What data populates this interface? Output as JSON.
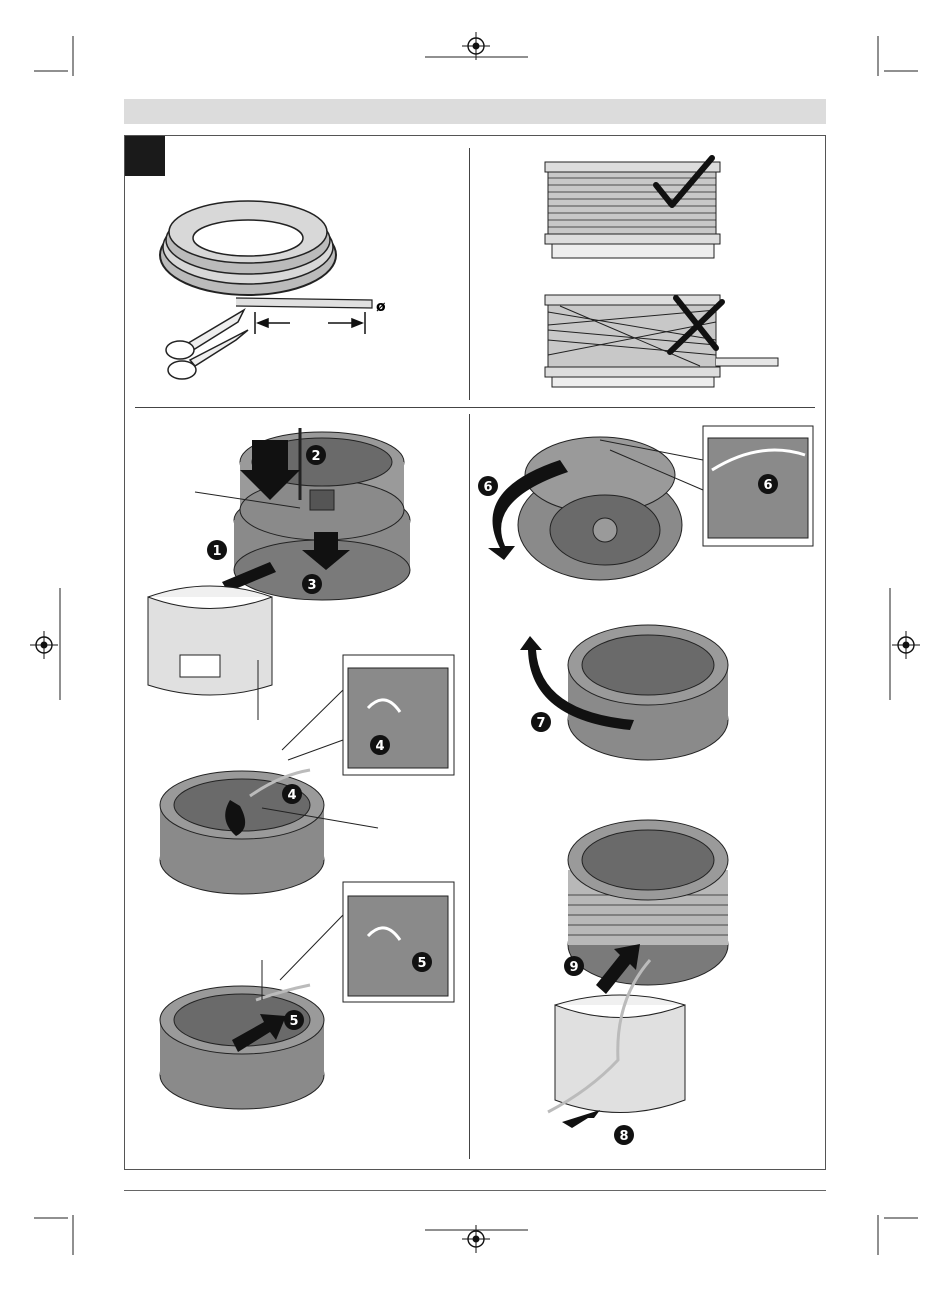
{
  "figure": {
    "diameter_symbol": "ø",
    "steps": [
      "1",
      "2",
      "3",
      "4",
      "4",
      "5",
      "5",
      "6",
      "6",
      "7",
      "8",
      "9"
    ]
  },
  "colors": {
    "frame": "#555555",
    "header_band": "#dcdcdc",
    "figure_tag": "#1a1a1a",
    "spool_gray": "#8a8a8a",
    "spool_dark": "#5a5a5a",
    "cover_light": "#e6e6e6",
    "arrow": "#111111"
  },
  "icons": {
    "registration_marks": "crosshair-registration-icon",
    "check": "checkmark-icon",
    "cross": "cross-icon",
    "scissors": "scissors-icon"
  }
}
